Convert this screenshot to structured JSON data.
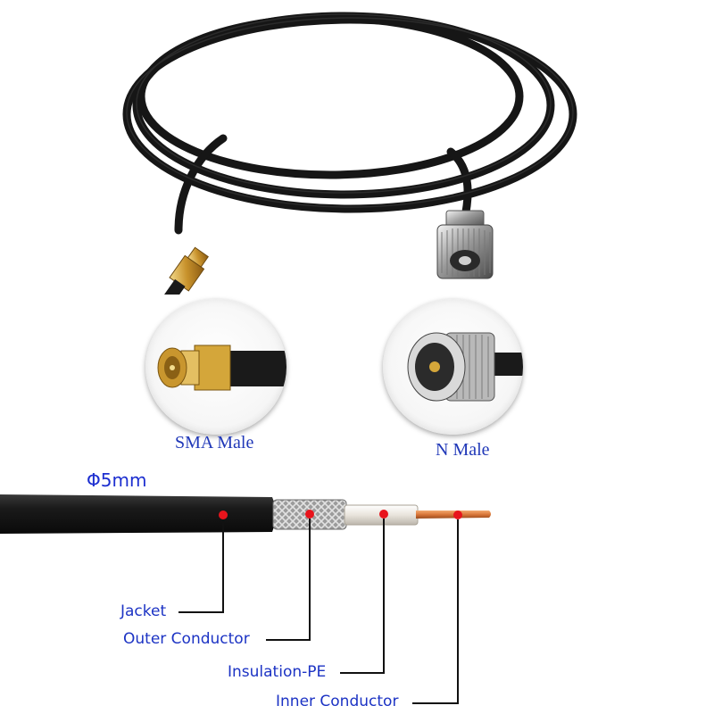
{
  "connectors": {
    "left": {
      "label": "SMA Male",
      "icon": "sma-male-connector-icon"
    },
    "right": {
      "label": "N Male",
      "icon": "n-male-connector-icon"
    }
  },
  "cable": {
    "diameter": "Φ5mm",
    "layers": [
      {
        "label": "Jacket"
      },
      {
        "label": "Outer Conductor"
      },
      {
        "label": "Insulation-PE"
      },
      {
        "label": "Inner Conductor"
      }
    ]
  },
  "colors": {
    "label_blue": "#1c33c4",
    "marker_red": "#e8141c",
    "cable_black": "#151515",
    "gold": "#d4a63a",
    "copper": "#d9773a"
  }
}
